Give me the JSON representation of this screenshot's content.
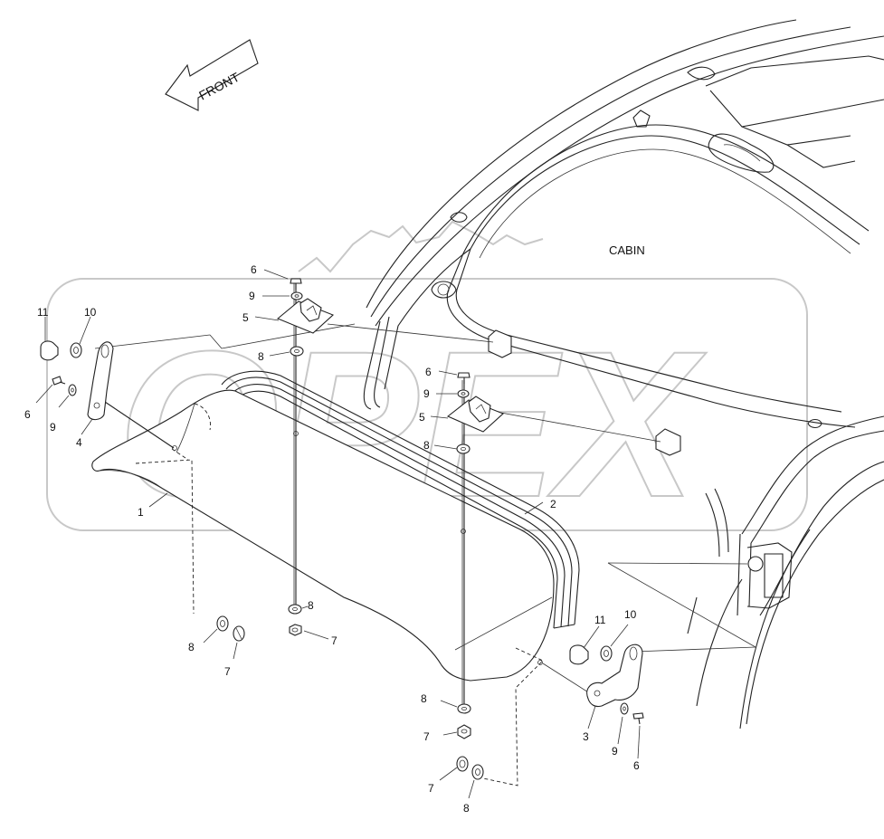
{
  "cabin_label": "CABIN",
  "front_label": "FRONT",
  "watermark": "OPEX",
  "callouts": {
    "c1": "1",
    "c2": "2",
    "c3": "3",
    "c4": "4",
    "c5a": "5",
    "c5b": "5",
    "c6a": "6",
    "c6b": "6",
    "c6c": "6",
    "c6d": "6",
    "c7a": "7",
    "c7b": "7",
    "c7c": "7",
    "c7d": "7",
    "c8a": "8",
    "c8b": "8",
    "c8c": "8",
    "c8d": "8",
    "c8e": "8",
    "c8f": "8",
    "c9a": "9",
    "c9b": "9",
    "c9c": "9",
    "c9d": "9",
    "c10a": "10",
    "c10b": "10",
    "c11a": "11",
    "c11b": "11"
  }
}
